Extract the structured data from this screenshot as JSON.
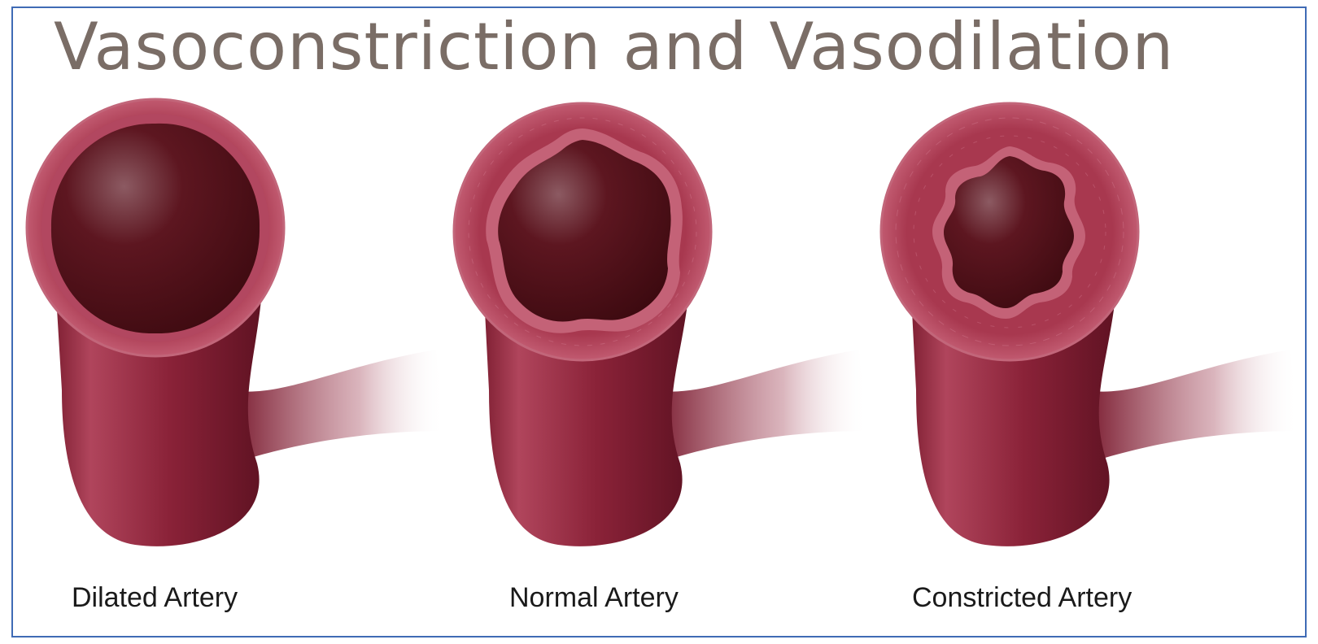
{
  "title": "Vasoconstriction and Vasodilation",
  "arteries": [
    {
      "label": "Dilated Artery"
    },
    {
      "label": "Normal Artery"
    },
    {
      "label": "Constricted Artery"
    }
  ],
  "colors": {
    "title": "#7a6d66",
    "frame_border": "#3f6bb5",
    "vessel": "#a3324a",
    "lumen": "#4f0f16"
  }
}
